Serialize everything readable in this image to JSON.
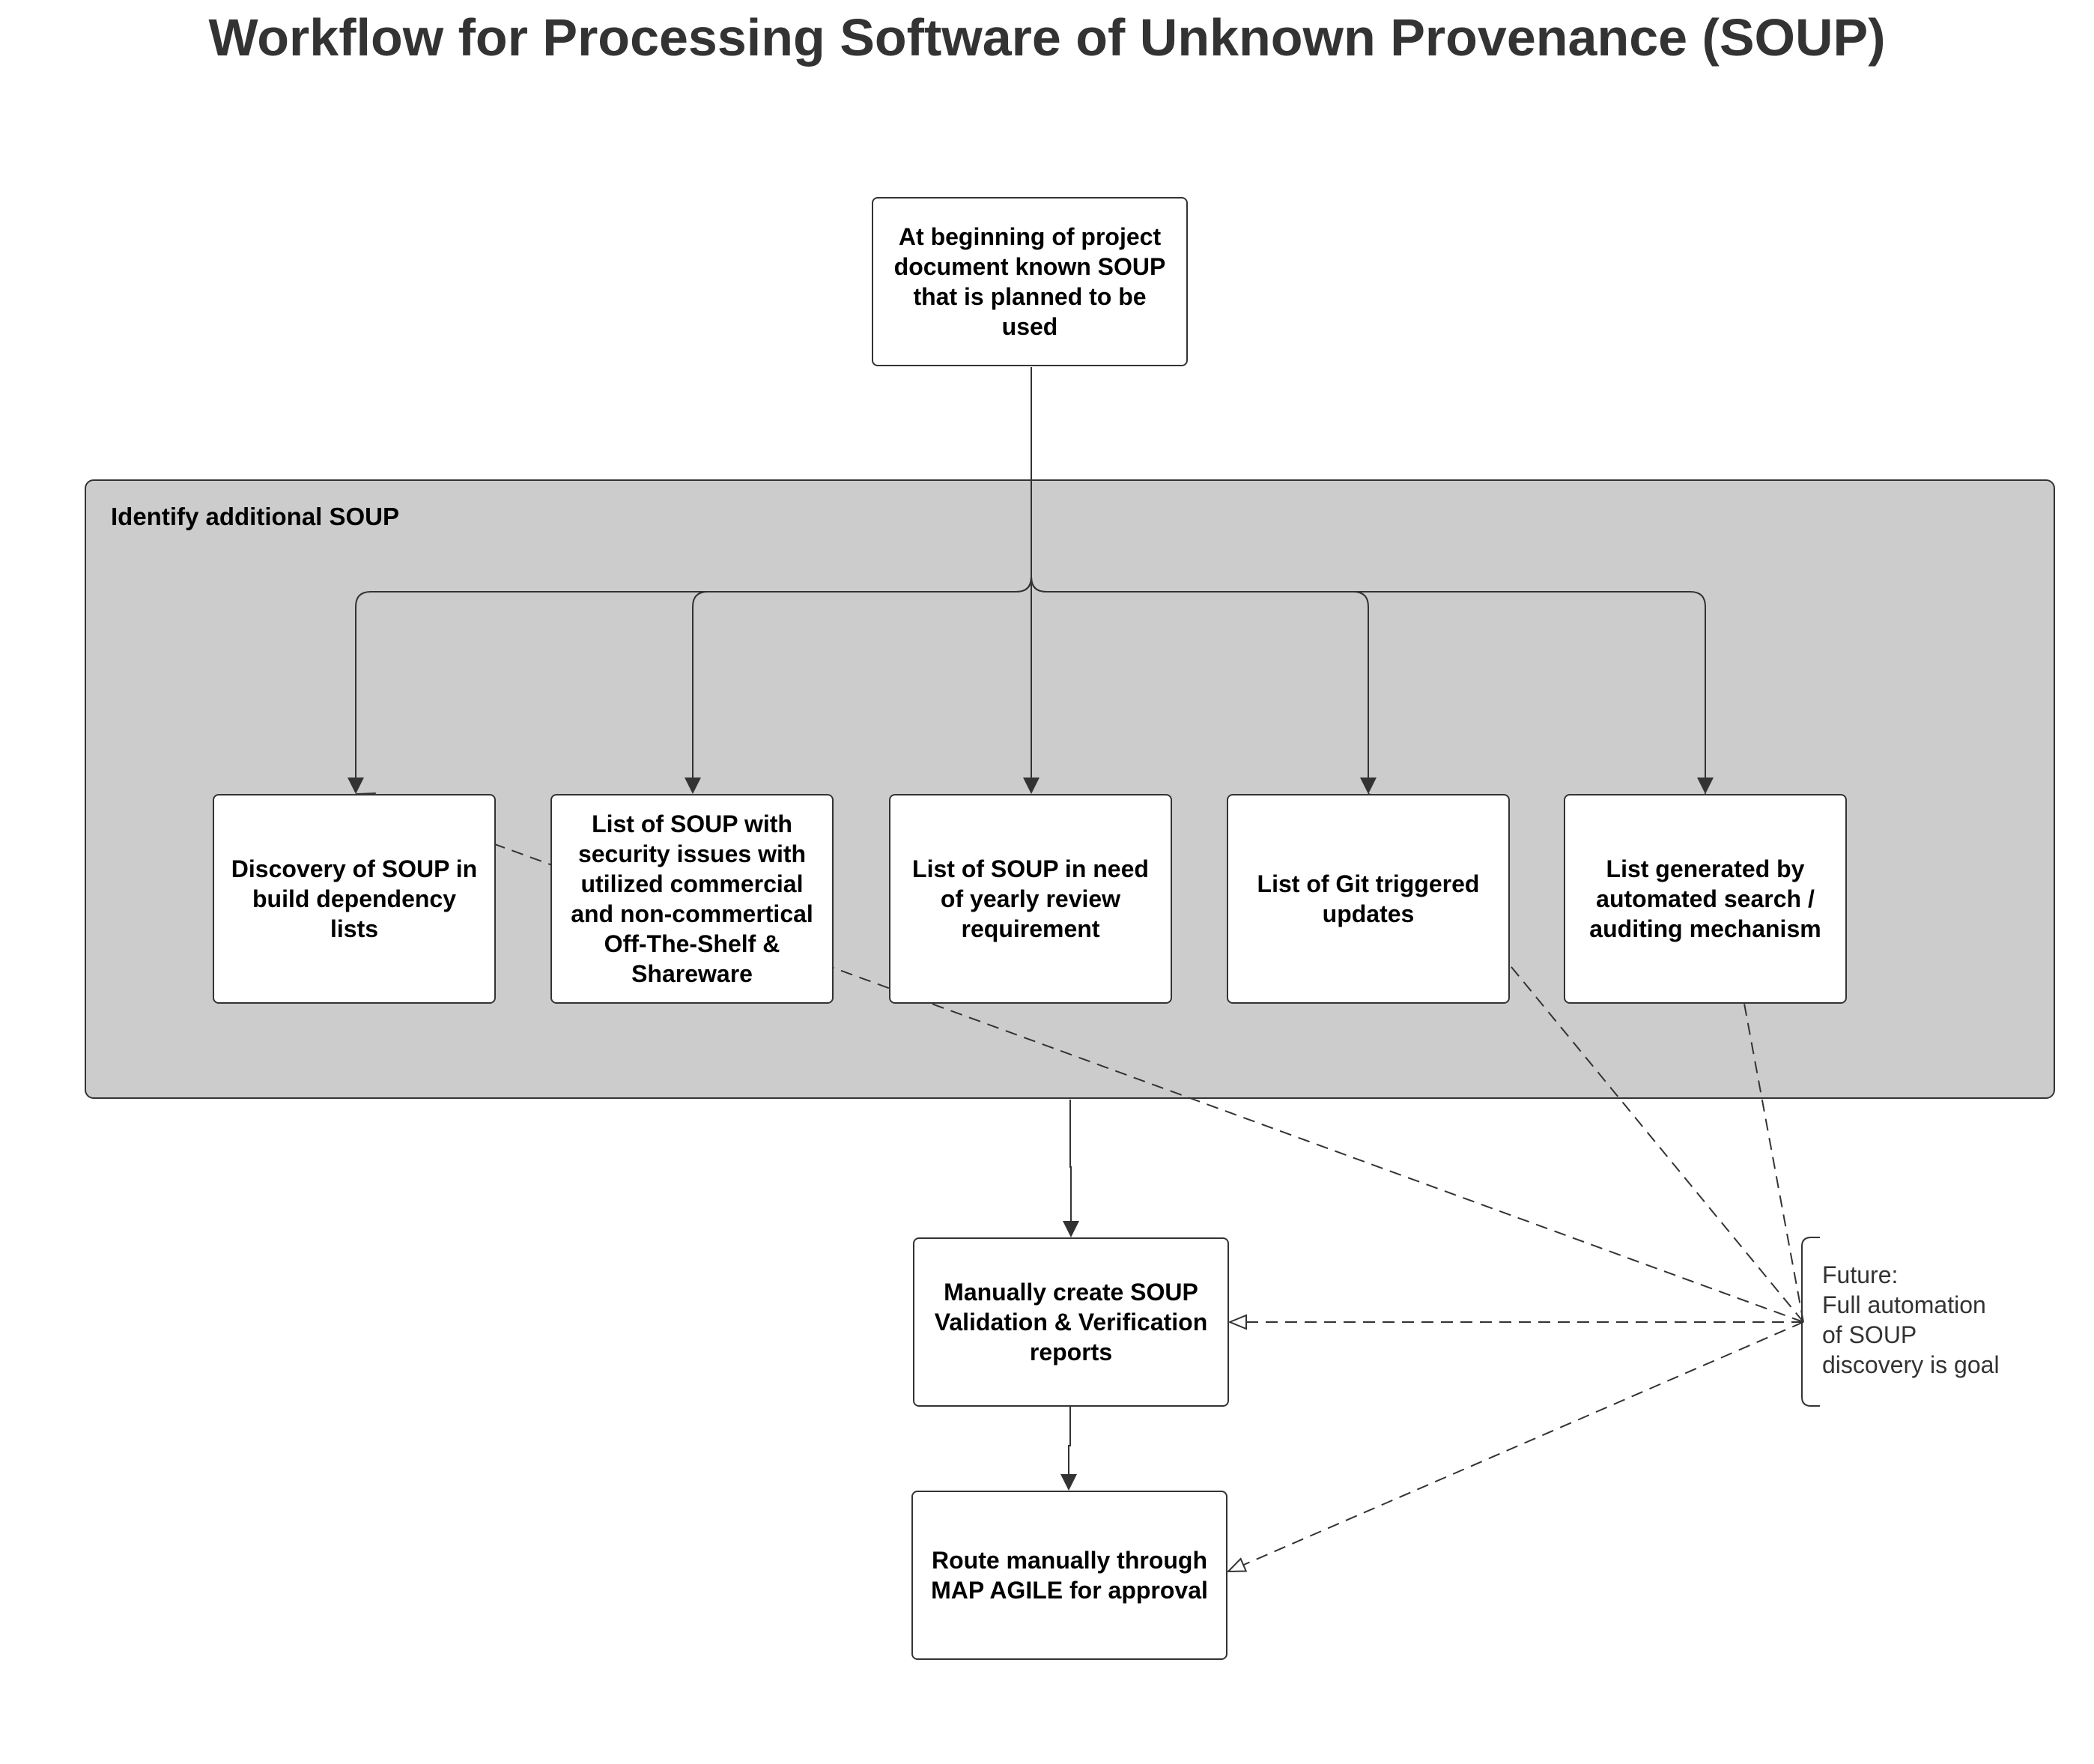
{
  "title": "Workflow for Processing Software of Unknown Provenance (SOUP)",
  "container_label": "Identify additional SOUP",
  "nodes": {
    "start": "At beginning of project document known SOUP that is planned to be used",
    "discovery": "Discovery of SOUP in build dependency lists",
    "security": "List of SOUP with security issues with utilized commercial and non-commertical Off-The-Shelf & Shareware",
    "yearly": "List of SOUP in need of yearly review requirement",
    "git": "List of Git triggered updates",
    "automated": "List generated by automated search / auditing mechanism",
    "manual_reports": "Manually create SOUP Validation & Verification reports",
    "route": "Route manually through MAP AGILE for approval"
  },
  "annotation": "Future:\nFull automation\nof SOUP\ndiscovery is goal",
  "colors": {
    "container_fill": "#cccccc",
    "stroke": "#333333",
    "box_fill": "#ffffff"
  }
}
